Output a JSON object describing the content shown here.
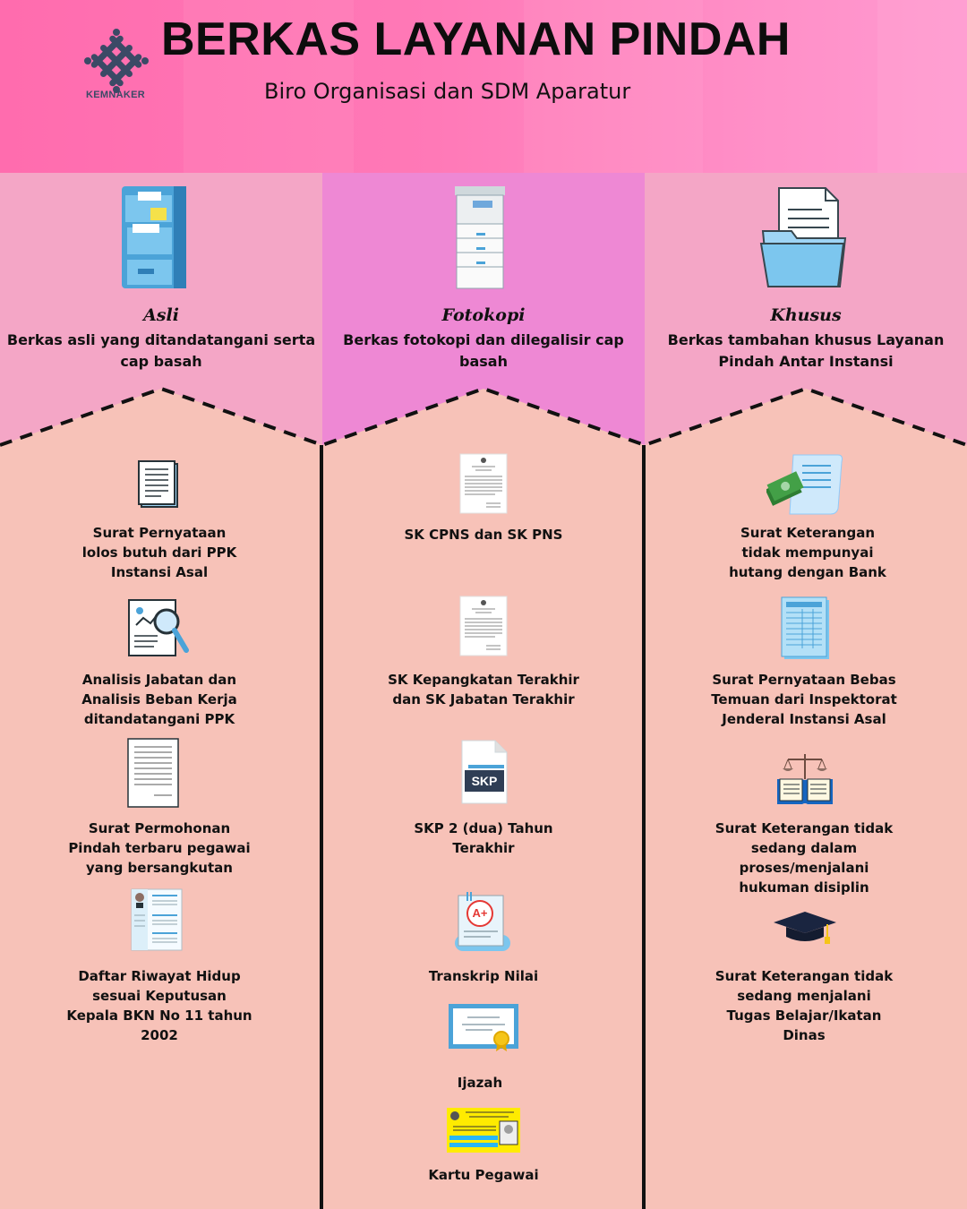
{
  "header": {
    "title": "BERKAS LAYANAN PINDAH",
    "subtitle": "Biro Organisasi dan SDM Aparatur",
    "logo_text": "KEMNAKER"
  },
  "colors": {
    "header_pink": "#ff79b7",
    "column_pink": "#f4a6c6",
    "column_magenta": "#ee88d4",
    "body_peach": "#f7c2b8",
    "text": "#111111"
  },
  "columns": [
    {
      "label": "Asli",
      "description": "Berkas asli yang ditandatangani serta cap basah",
      "icon": "filing-cabinet-icon",
      "items": [
        {
          "label": "Surat Pernyataan\nlolos butuh dari PPK\nInstansi Asal",
          "icon": "document-icon"
        },
        {
          "label": "Analisis Jabatan dan\nAnalisis Beban Kerja\nditandatangani PPK",
          "icon": "document-analysis-icon"
        },
        {
          "label": "Surat Permohonan\nPindah terbaru pegawai\nyang bersangkutan",
          "icon": "letter-icon"
        },
        {
          "label": "Daftar Riwayat Hidup\nsesuai Keputusan\nKepala BKN No 11 tahun\n2002",
          "icon": "resume-icon"
        }
      ]
    },
    {
      "label": "Fotokopi",
      "description": "Berkas fotokopi dan dilegalisir cap basah",
      "icon": "photocopier-icon",
      "items": [
        {
          "label": "SK CPNS dan SK PNS",
          "icon": "decree-document-icon"
        },
        {
          "label": "SK Kepangkatan Terakhir\ndan SK Jabatan Terakhir",
          "icon": "decree-document-icon"
        },
        {
          "label": "SKP 2 (dua) Tahun\nTerakhir",
          "icon": "skp-file-icon",
          "badge": "SKP"
        },
        {
          "label": "Transkrip Nilai",
          "icon": "grade-transcript-icon",
          "badge": "A+"
        },
        {
          "label": "Ijazah",
          "icon": "diploma-certificate-icon"
        },
        {
          "label": "Kartu Pegawai",
          "icon": "employee-card-icon"
        }
      ]
    },
    {
      "label": "Khusus",
      "description": "Berkas tambahan khusus Layanan Pindah Antar Instansi",
      "icon": "folder-document-icon",
      "items": [
        {
          "label": "Surat Keterangan\ntidak mempunyai\nhutang dengan Bank",
          "icon": "money-receipt-icon"
        },
        {
          "label": "Surat Pernyataan Bebas\nTemuan dari Inspektorat\nJenderal  Instansi Asal",
          "icon": "spreadsheet-report-icon"
        },
        {
          "label": "Surat Keterangan tidak\nsedang dalam\nproses/menjalani\nhukuman disiplin",
          "icon": "law-book-scales-icon"
        },
        {
          "label": "Surat Keterangan tidak\nsedang menjalani\nTugas Belajar/Ikatan\nDinas",
          "icon": "graduation-cap-icon"
        }
      ]
    }
  ]
}
